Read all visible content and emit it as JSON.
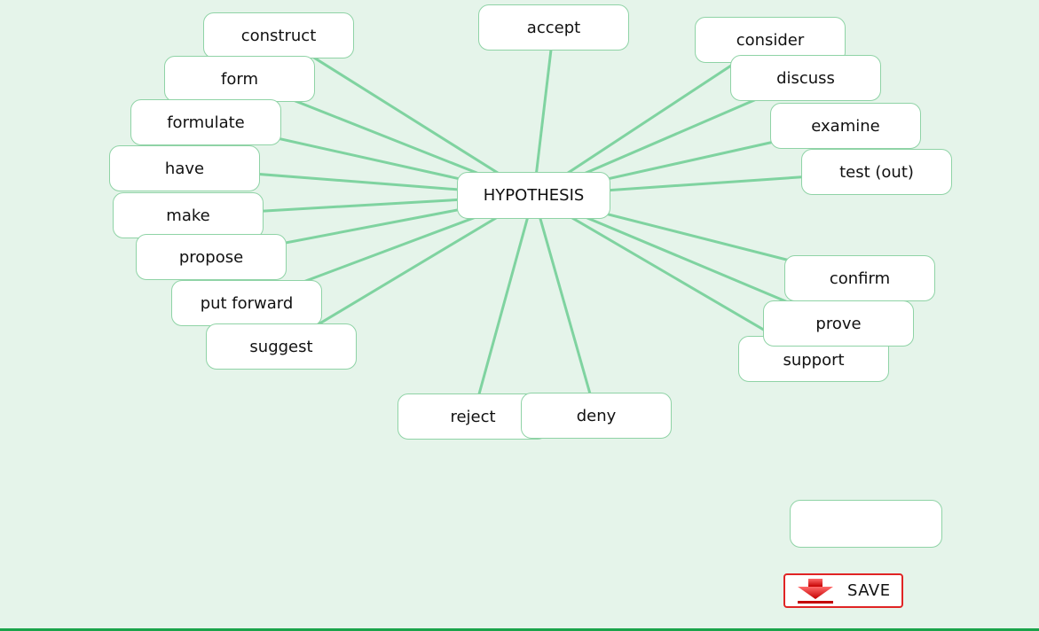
{
  "center": {
    "id": "hypothesis",
    "label": "HYPOTHESIS"
  },
  "words": [
    {
      "id": "construct",
      "label": "construct"
    },
    {
      "id": "form",
      "label": "form"
    },
    {
      "id": "formulate",
      "label": "formulate"
    },
    {
      "id": "have",
      "label": "have"
    },
    {
      "id": "make",
      "label": "make"
    },
    {
      "id": "propose",
      "label": "propose"
    },
    {
      "id": "put-forward",
      "label": "put forward"
    },
    {
      "id": "suggest",
      "label": "suggest"
    },
    {
      "id": "accept",
      "label": "accept"
    },
    {
      "id": "reject",
      "label": "reject"
    },
    {
      "id": "deny",
      "label": "deny"
    },
    {
      "id": "consider",
      "label": "consider"
    },
    {
      "id": "discuss",
      "label": "discuss"
    },
    {
      "id": "examine",
      "label": "examine"
    },
    {
      "id": "test-out",
      "label": "test (out)"
    },
    {
      "id": "confirm",
      "label": "confirm"
    },
    {
      "id": "prove",
      "label": "prove"
    },
    {
      "id": "support",
      "label": "support"
    }
  ],
  "answer_slot": {
    "value": ""
  },
  "save_button": {
    "label": "SAVE"
  },
  "colors": {
    "background": "#e5f4ea",
    "link": "#7fd3a0",
    "node_border": "#8fd3a6",
    "save_border": "#e02424",
    "save_arrow": "#e02424",
    "bottom_rule": "#1aa34a"
  }
}
